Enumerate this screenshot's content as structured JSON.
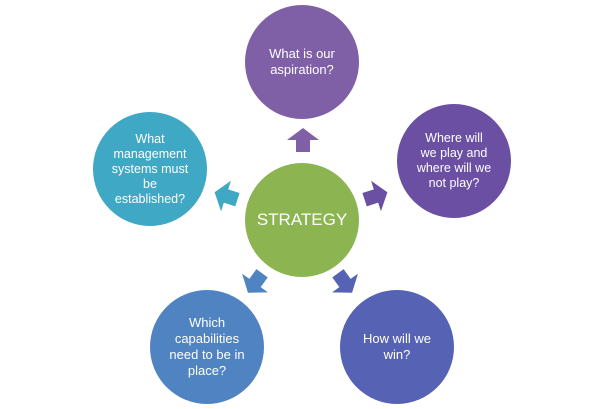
{
  "center": {
    "label": "STRATEGY",
    "color": "#8cb552"
  },
  "nodes": [
    {
      "id": "aspiration",
      "label": "What is our\naspiration?",
      "color": "#7f5fa6"
    },
    {
      "id": "where-to-play",
      "label": "Where will\nwe play and\nwhere will we\nnot play?",
      "color": "#6a4fa3"
    },
    {
      "id": "how-to-win",
      "label": "How will we\nwin?",
      "color": "#5663b4"
    },
    {
      "id": "capabilities",
      "label": "Which\ncapabilities\nneed to be in\nplace?",
      "color": "#4f83c2"
    },
    {
      "id": "management-systems",
      "label": "What\nmanagement\nsystems must\nbe\nestablished?",
      "color": "#3fa8c4"
    }
  ],
  "arrow_icon": "arrow-icon"
}
